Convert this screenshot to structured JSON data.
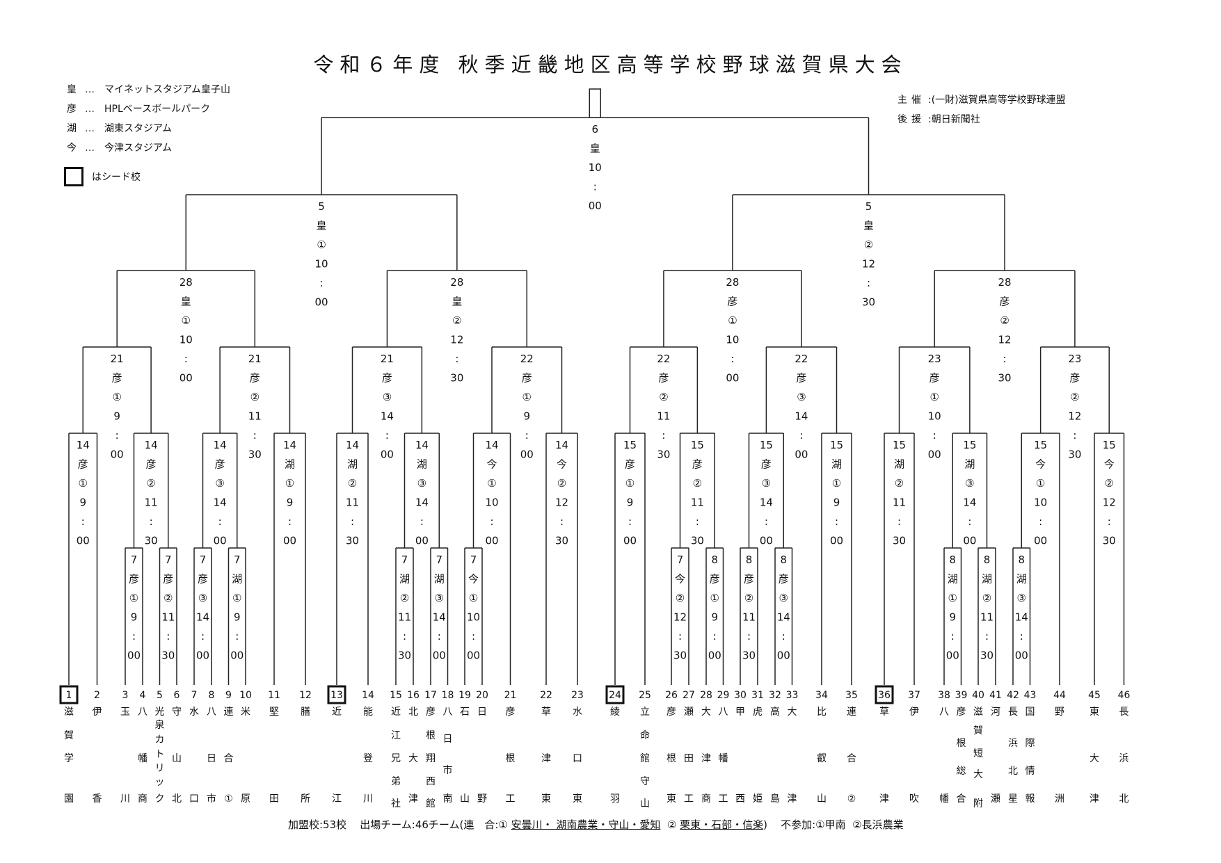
{
  "title": "令和６年度 秋季近畿地区高等学校野球滋賀県大会",
  "legend": [
    {
      "key": "皇",
      "sep": "…",
      "venue": "マイネットスタジアム皇子山"
    },
    {
      "key": "彦",
      "sep": "…",
      "venue": "HPLベースボールパーク"
    },
    {
      "key": "湖",
      "sep": "…",
      "venue": "湖東スタジアム"
    },
    {
      "key": "今",
      "sep": "…",
      "venue": "今津スタジアム"
    }
  ],
  "seed_legend": "はシード校",
  "organizers": [
    {
      "key": "主催",
      "value": ":(一財)滋賀県高等学校野球連盟"
    },
    {
      "key": "後援",
      "value": ":朝日新聞社"
    }
  ],
  "teams": [
    {
      "no": "1",
      "name": [
        "滋",
        "賀",
        "学",
        "園"
      ],
      "seed": true
    },
    {
      "no": "2",
      "name": [
        "伊",
        "",
        "",
        "香"
      ]
    },
    {
      "no": "3",
      "name": [
        "玉",
        "",
        "",
        "川"
      ]
    },
    {
      "no": "4",
      "name": [
        "八",
        "",
        "幡",
        "商"
      ]
    },
    {
      "no": "5",
      "name": [
        "光",
        "泉",
        "カ",
        "ト",
        "リ",
        "ッ",
        "ク"
      ],
      "long": true
    },
    {
      "no": "6",
      "name": [
        "守",
        "",
        "山",
        "北"
      ]
    },
    {
      "no": "7",
      "name": [
        "水",
        "",
        "",
        "口"
      ]
    },
    {
      "no": "8",
      "name": [
        "八",
        "",
        "日",
        "市"
      ]
    },
    {
      "no": "9",
      "name": [
        "連",
        "",
        "合",
        "①"
      ]
    },
    {
      "no": "10",
      "name": [
        "米",
        "",
        "",
        "原"
      ]
    },
    {
      "no": "11",
      "name": [
        "堅",
        "",
        "",
        "田"
      ]
    },
    {
      "no": "12",
      "name": [
        "膳",
        "",
        "",
        "所"
      ]
    },
    {
      "no": "13",
      "name": [
        "近",
        "",
        "",
        "江"
      ],
      "seed": true
    },
    {
      "no": "14",
      "name": [
        "能",
        "",
        "登",
        "川"
      ]
    },
    {
      "no": "15",
      "name": [
        "近",
        "江",
        "兄",
        "弟",
        "社"
      ],
      "five": true
    },
    {
      "no": "16",
      "name": [
        "北",
        "",
        "大",
        "津"
      ]
    },
    {
      "no": "17",
      "name": [
        "彦",
        "根",
        "翔",
        "西",
        "館"
      ],
      "five": true
    },
    {
      "no": "18",
      "name": [
        "八",
        "日",
        "市",
        "南"
      ],
      "stagger": true
    },
    {
      "no": "19",
      "name": [
        "石",
        "",
        "",
        "山"
      ]
    },
    {
      "no": "20",
      "name": [
        "日",
        "",
        "",
        "野"
      ]
    },
    {
      "no": "21",
      "name": [
        "彦",
        "",
        "根",
        "工"
      ]
    },
    {
      "no": "22",
      "name": [
        "草",
        "",
        "津",
        "東"
      ]
    },
    {
      "no": "23",
      "name": [
        "水",
        "",
        "口",
        "東"
      ]
    },
    {
      "no": "24",
      "name": [
        "綾",
        "",
        "",
        "羽"
      ],
      "seed": true
    },
    {
      "no": "25",
      "name": [
        "立",
        "命",
        "館",
        "守",
        "山"
      ],
      "five": true
    },
    {
      "no": "26",
      "name": [
        "彦",
        "",
        "根",
        "東"
      ]
    },
    {
      "no": "27",
      "name": [
        "瀬",
        "",
        "田",
        "工"
      ]
    },
    {
      "no": "28",
      "name": [
        "大",
        "",
        "津",
        "商"
      ]
    },
    {
      "no": "29",
      "name": [
        "八",
        "",
        "幡",
        "工"
      ]
    },
    {
      "no": "30",
      "name": [
        "甲",
        "",
        "",
        "西"
      ]
    },
    {
      "no": "31",
      "name": [
        "虎",
        "",
        "",
        "姫"
      ]
    },
    {
      "no": "32",
      "name": [
        "高",
        "",
        "",
        "島"
      ]
    },
    {
      "no": "33",
      "name": [
        "大",
        "",
        "",
        "津"
      ]
    },
    {
      "no": "34",
      "name": [
        "比",
        "",
        "叡",
        "山"
      ]
    },
    {
      "no": "35",
      "name": [
        "連",
        "",
        "合",
        "②"
      ]
    },
    {
      "no": "36",
      "name": [
        "草",
        "",
        "",
        "津"
      ],
      "seed": true
    },
    {
      "no": "37",
      "name": [
        "伊",
        "",
        "",
        "吹"
      ]
    },
    {
      "no": "38",
      "name": [
        "八",
        "",
        "",
        "幡"
      ]
    },
    {
      "no": "39",
      "name": [
        "彦",
        "根",
        "総",
        "合"
      ],
      "stagger2": true
    },
    {
      "no": "40",
      "name": [
        "滋",
        "賀",
        "短",
        "大",
        "附"
      ],
      "five2": true
    },
    {
      "no": "41",
      "name": [
        "河",
        "",
        "",
        "瀬"
      ]
    },
    {
      "no": "42",
      "name": [
        "長",
        "浜",
        "北",
        "星"
      ],
      "stagger2": true
    },
    {
      "no": "43",
      "name": [
        "国",
        "際",
        "情",
        "報"
      ],
      "stagger2": true
    },
    {
      "no": "44",
      "name": [
        "野",
        "",
        "",
        "洲"
      ]
    },
    {
      "no": "45",
      "name": [
        "東",
        "",
        "大",
        "津"
      ]
    },
    {
      "no": "46",
      "name": [
        "長",
        "",
        "浜",
        "北"
      ]
    }
  ],
  "matches": {
    "prelim": [
      {
        "id": "p1",
        "teams": [
          3,
          4
        ],
        "date": "7",
        "venue": "彦",
        "field": "①",
        "hour": "9",
        "min": "00"
      },
      {
        "id": "p2",
        "teams": [
          5,
          6
        ],
        "date": "7",
        "venue": "彦",
        "field": "②",
        "hour": "11",
        "min": "30"
      },
      {
        "id": "p3",
        "teams": [
          7,
          8
        ],
        "date": "7",
        "venue": "彦",
        "field": "③",
        "hour": "14",
        "min": "00"
      },
      {
        "id": "p4",
        "teams": [
          9,
          10
        ],
        "date": "7",
        "venue": "湖",
        "field": "①",
        "hour": "9",
        "min": "00"
      },
      {
        "id": "p5",
        "teams": [
          15,
          16
        ],
        "date": "7",
        "venue": "湖",
        "field": "②",
        "hour": "11",
        "min": "30"
      },
      {
        "id": "p6",
        "teams": [
          17,
          18
        ],
        "date": "7",
        "venue": "湖",
        "field": "③",
        "hour": "14",
        "min": "00"
      },
      {
        "id": "p7",
        "teams": [
          19,
          20
        ],
        "date": "7",
        "venue": "今",
        "field": "①",
        "hour": "10",
        "min": "00"
      },
      {
        "id": "p8",
        "teams": [
          26,
          27
        ],
        "date": "7",
        "venue": "今",
        "field": "②",
        "hour": "12",
        "min": "30"
      },
      {
        "id": "p9",
        "teams": [
          28,
          29
        ],
        "date": "8",
        "venue": "彦",
        "field": "①",
        "hour": "9",
        "min": "00"
      },
      {
        "id": "p10",
        "teams": [
          30,
          31
        ],
        "date": "8",
        "venue": "彦",
        "field": "②",
        "hour": "11",
        "min": "30"
      },
      {
        "id": "p11",
        "teams": [
          32,
          33
        ],
        "date": "8",
        "venue": "彦",
        "field": "③",
        "hour": "14",
        "min": "00"
      },
      {
        "id": "p12",
        "teams": [
          38,
          39
        ],
        "date": "8",
        "venue": "湖",
        "field": "①",
        "hour": "9",
        "min": "00"
      },
      {
        "id": "p13",
        "teams": [
          40,
          41
        ],
        "date": "8",
        "venue": "湖",
        "field": "②",
        "hour": "11",
        "min": "30"
      },
      {
        "id": "p14",
        "teams": [
          42,
          43
        ],
        "date": "8",
        "venue": "湖",
        "field": "③",
        "hour": "14",
        "min": "00"
      }
    ],
    "r1": [
      {
        "id": "a1",
        "left": "t1",
        "right": "t2",
        "date": "14",
        "venue": "彦",
        "field": "①",
        "hour": "9",
        "min": "00"
      },
      {
        "id": "a2",
        "left": "p1",
        "right": "p2",
        "date": "14",
        "venue": "彦",
        "field": "②",
        "hour": "11",
        "min": "30"
      },
      {
        "id": "a3",
        "left": "p3",
        "right": "p4",
        "date": "14",
        "venue": "彦",
        "field": "③",
        "hour": "14",
        "min": "00"
      },
      {
        "id": "a4",
        "left": "t11",
        "right": "t12",
        "date": "14",
        "venue": "湖",
        "field": "①",
        "hour": "9",
        "min": "00"
      },
      {
        "id": "a5",
        "left": "t13",
        "right": "t14",
        "date": "14",
        "venue": "湖",
        "field": "②",
        "hour": "11",
        "min": "30"
      },
      {
        "id": "a6",
        "left": "p5",
        "right": "p6",
        "date": "14",
        "venue": "湖",
        "field": "③",
        "hour": "14",
        "min": "00"
      },
      {
        "id": "a7",
        "left": "p7",
        "right": "t21",
        "date": "14",
        "venue": "今",
        "field": "①",
        "hour": "10",
        "min": "00"
      },
      {
        "id": "a8",
        "left": "t22",
        "right": "t23",
        "date": "14",
        "venue": "今",
        "field": "②",
        "hour": "12",
        "min": "30"
      },
      {
        "id": "a9",
        "left": "t24",
        "right": "t25",
        "date": "15",
        "venue": "彦",
        "field": "①",
        "hour": "9",
        "min": "00"
      },
      {
        "id": "a10",
        "left": "p8",
        "right": "p9",
        "date": "15",
        "venue": "彦",
        "field": "②",
        "hour": "11",
        "min": "30"
      },
      {
        "id": "a11",
        "left": "p10",
        "right": "p11",
        "date": "15",
        "venue": "彦",
        "field": "③",
        "hour": "14",
        "min": "00"
      },
      {
        "id": "a12",
        "left": "t34",
        "right": "t35",
        "date": "15",
        "venue": "湖",
        "field": "①",
        "hour": "9",
        "min": "00"
      },
      {
        "id": "a13",
        "left": "t36",
        "right": "t37",
        "date": "15",
        "venue": "湖",
        "field": "②",
        "hour": "11",
        "min": "30"
      },
      {
        "id": "a14",
        "left": "p12",
        "right": "p13",
        "date": "15",
        "venue": "湖",
        "field": "③",
        "hour": "14",
        "min": "00"
      },
      {
        "id": "a15",
        "left": "p14",
        "right": "t44",
        "date": "15",
        "venue": "今",
        "field": "①",
        "hour": "10",
        "min": "00"
      },
      {
        "id": "a16",
        "left": "t45",
        "right": "t46",
        "date": "15",
        "venue": "今",
        "field": "②",
        "hour": "12",
        "min": "30"
      }
    ],
    "r2": [
      {
        "id": "b1",
        "left": "a1",
        "right": "a2",
        "date": "21",
        "venue": "彦",
        "field": "①",
        "hour": "9",
        "min": "00"
      },
      {
        "id": "b2",
        "left": "a3",
        "right": "a4",
        "date": "21",
        "venue": "彦",
        "field": "②",
        "hour": "11",
        "min": "30"
      },
      {
        "id": "b3",
        "left": "a5",
        "right": "a6",
        "date": "21",
        "venue": "彦",
        "field": "③",
        "hour": "14",
        "min": "00"
      },
      {
        "id": "b4",
        "left": "a7",
        "right": "a8",
        "date": "22",
        "venue": "彦",
        "field": "①",
        "hour": "9",
        "min": "00"
      },
      {
        "id": "b5",
        "left": "a9",
        "right": "a10",
        "date": "22",
        "venue": "彦",
        "field": "②",
        "hour": "11",
        "min": "30"
      },
      {
        "id": "b6",
        "left": "a11",
        "right": "a12",
        "date": "22",
        "venue": "彦",
        "field": "③",
        "hour": "14",
        "min": "00"
      },
      {
        "id": "b7",
        "left": "a13",
        "right": "a14",
        "date": "23",
        "venue": "彦",
        "field": "①",
        "hour": "10",
        "min": "00"
      },
      {
        "id": "b8",
        "left": "a15",
        "right": "a16",
        "date": "23",
        "venue": "彦",
        "field": "②",
        "hour": "12",
        "min": "30"
      }
    ],
    "qf": [
      {
        "id": "c1",
        "left": "b1",
        "right": "b2",
        "date": "28",
        "venue": "皇",
        "field": "①",
        "hour": "10",
        "min": "00"
      },
      {
        "id": "c2",
        "left": "b3",
        "right": "b4",
        "date": "28",
        "venue": "皇",
        "field": "②",
        "hour": "12",
        "min": "30"
      },
      {
        "id": "c3",
        "left": "b5",
        "right": "b6",
        "date": "28",
        "venue": "彦",
        "field": "①",
        "hour": "10",
        "min": "00"
      },
      {
        "id": "c4",
        "left": "b7",
        "right": "b8",
        "date": "28",
        "venue": "彦",
        "field": "②",
        "hour": "12",
        "min": "30"
      }
    ],
    "sf": [
      {
        "id": "d1",
        "left": "c1",
        "right": "c2",
        "date": "5",
        "venue": "皇",
        "field": "①",
        "hour": "10",
        "min": "00"
      },
      {
        "id": "d2",
        "left": "c3",
        "right": "c4",
        "date": "5",
        "venue": "皇",
        "field": "②",
        "hour": "12",
        "min": "30"
      }
    ],
    "final": [
      {
        "id": "f",
        "left": "d1",
        "right": "d2",
        "date": "6",
        "venue": "皇",
        "field": "",
        "hour": "10",
        "min": "00"
      }
    ]
  },
  "footer": {
    "members": "加盟校:53校",
    "entries": "出場チーム:46チーム(連　合:① ",
    "combined1": "安曇川・ 湖南農業・守山・愛知",
    "mid": "  ② ",
    "combined2": "栗東・石部・信楽",
    "close": ")",
    "absent": "不参加:①甲南  ②長浜農業"
  }
}
